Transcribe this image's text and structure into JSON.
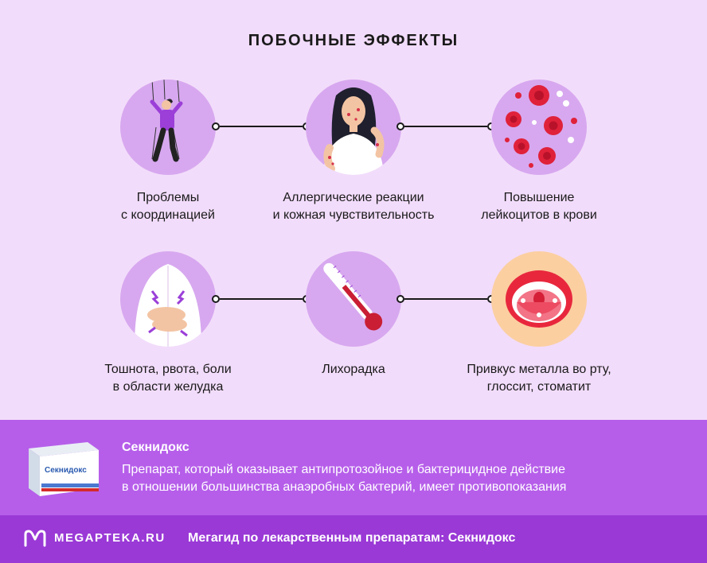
{
  "title": "ПОБОЧНЫЕ ЭФФЕКТЫ",
  "effects": [
    {
      "line1": "Проблемы",
      "line2": "с координацией",
      "icon": "puppet-icon"
    },
    {
      "line1": "Аллергические реакции",
      "line2": "и кожная чувствительность",
      "icon": "allergic-woman-icon"
    },
    {
      "line1": "Повышение",
      "line2": "лейкоцитов в крови",
      "icon": "blood-cells-icon"
    },
    {
      "line1": "Тошнота, рвота, боли",
      "line2": "в области желудка",
      "icon": "stomach-pain-icon"
    },
    {
      "line1": "Лихорадка",
      "line2": "",
      "icon": "thermometer-icon"
    },
    {
      "line1": "Привкус металла во рту,",
      "line2": "глоссит, стоматит",
      "icon": "open-mouth-icon"
    }
  ],
  "drug": {
    "name": "Секнидокс",
    "box_label": "Секнидокс",
    "description_line1": "Препарат, который оказывает антипротозойное и бактерицидное действие",
    "description_line2": "в отношении большинства анаэробных бактерий, имеет противопоказания"
  },
  "footer": {
    "logo": "MEGAPTEKA.RU",
    "text": "Мегагид по лекарственным препаратам: Секнидокс"
  },
  "colors": {
    "background": "#f2dcfb",
    "circle": "#d7a8ef",
    "mouth_circle": "#fbcfa0",
    "info_band": "#b65eea",
    "footer_band": "#9a39d6"
  }
}
